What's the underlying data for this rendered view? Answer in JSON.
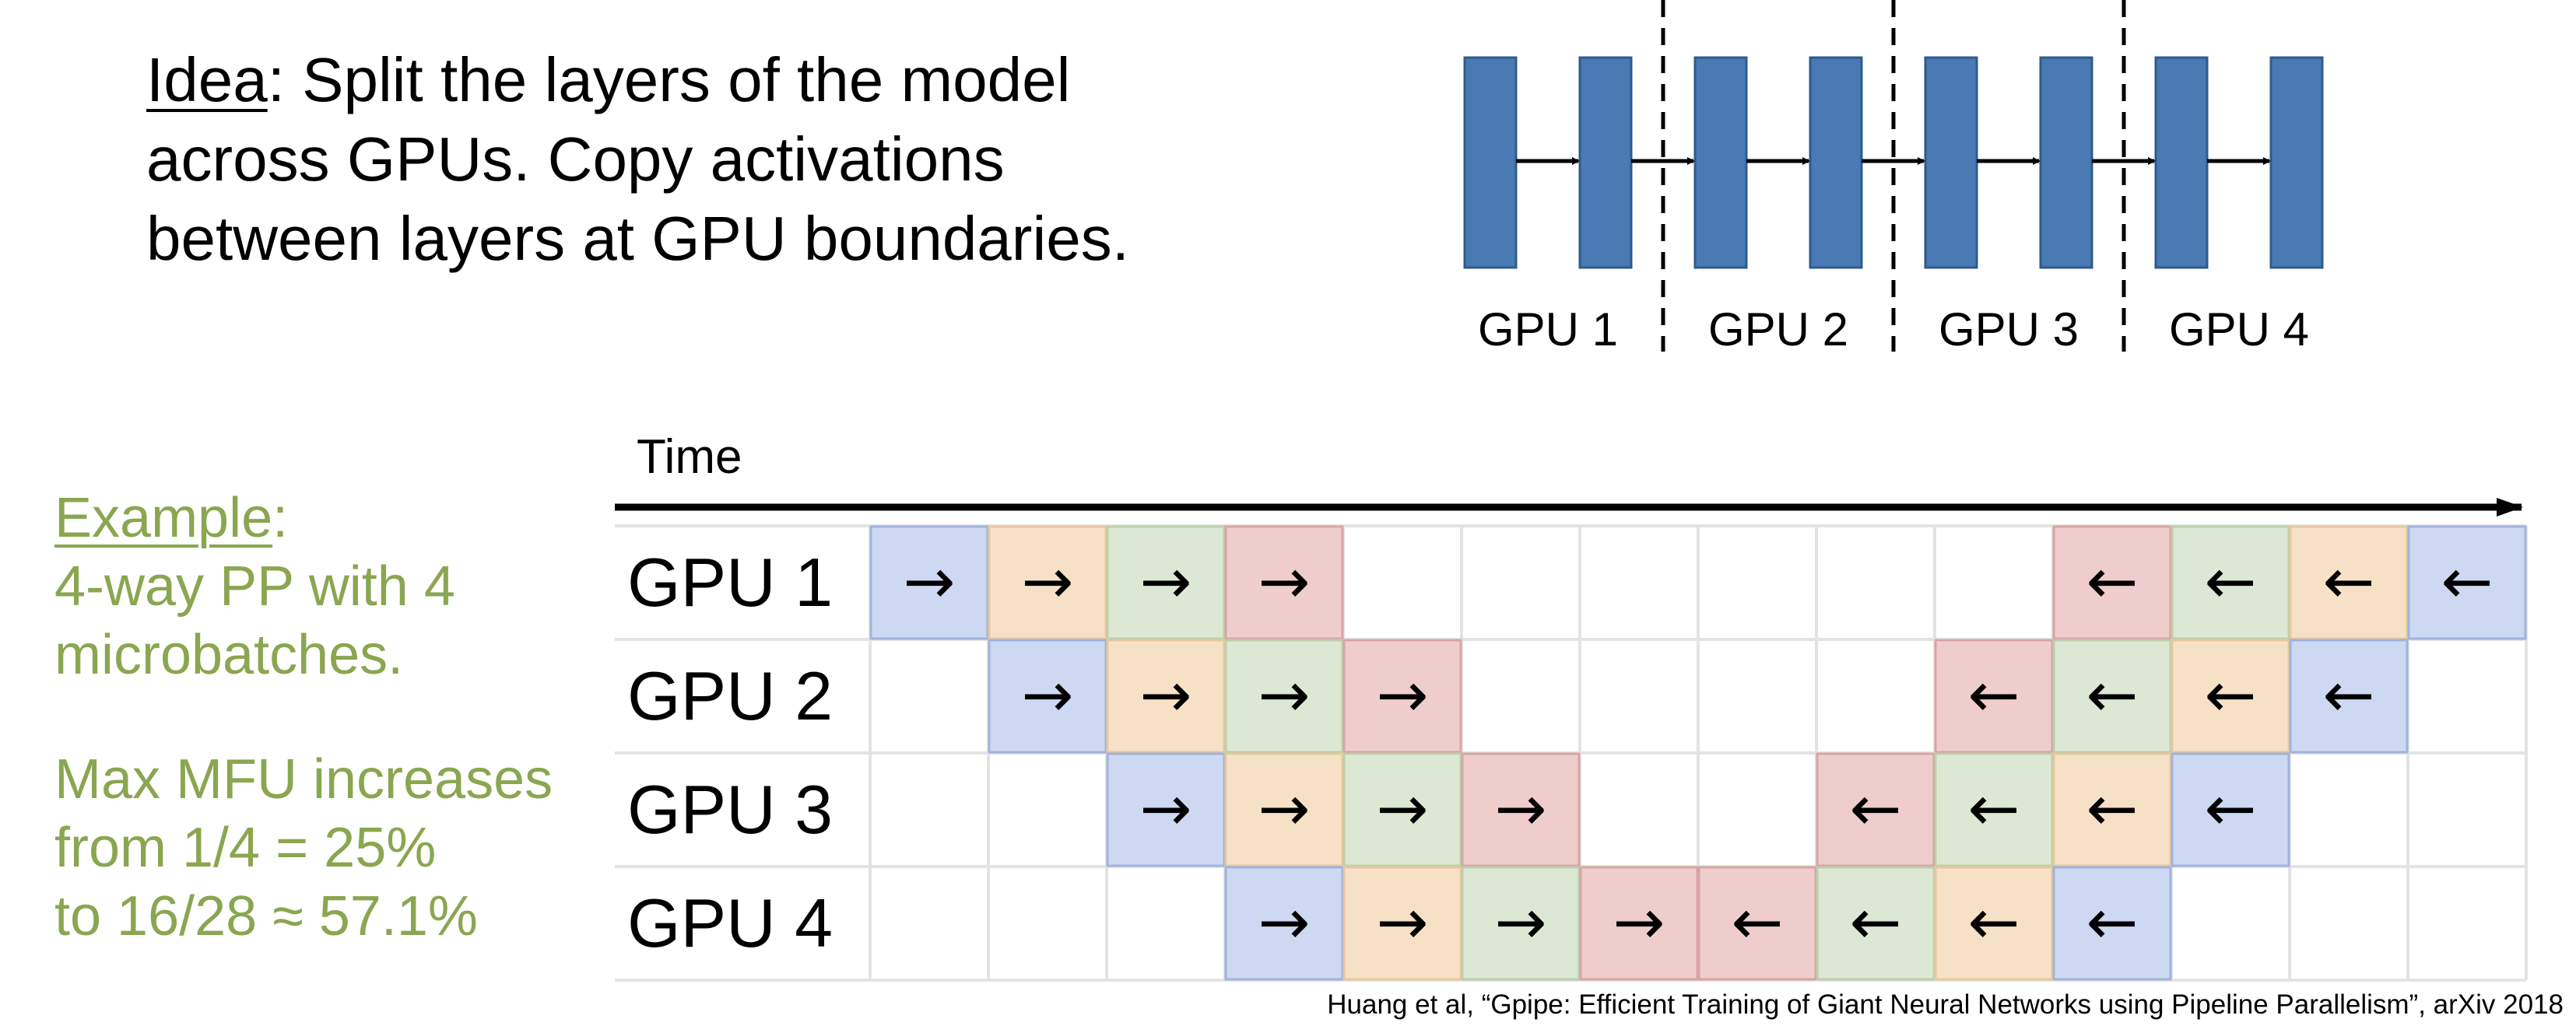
{
  "idea": {
    "keyword": "Idea",
    "line1_rest": ": Split the layers of the model",
    "line2": "across GPUs. Copy activations",
    "line3": "between layers at GPU boundaries."
  },
  "model_diagram": {
    "gpu_labels": [
      "GPU 1",
      "GPU 2",
      "GPU 3",
      "GPU 4"
    ],
    "layers_per_gpu": 2,
    "layer_color": "#4a7ab3",
    "layer_border": "#2e5b8f"
  },
  "schedule": {
    "time_label": "Time",
    "rows": [
      "GPU 1",
      "GPU 2",
      "GPU 3",
      "GPU 4"
    ],
    "num_cols": 14,
    "forward_glyph": "→",
    "backward_glyph": "←",
    "microbatch_colors": {
      "1": {
        "fill": "#cdd9f2",
        "border": "#9fb3dc"
      },
      "2": {
        "fill": "#f7e1c6",
        "border": "#e8c79d"
      },
      "3": {
        "fill": "#dde8d4",
        "border": "#bccfaa"
      },
      "4": {
        "fill": "#efcdcd",
        "border": "#d9a4a4"
      }
    },
    "cells": [
      [
        [
          0,
          0,
          "f",
          1
        ],
        [
          0,
          1,
          "f",
          2
        ],
        [
          0,
          2,
          "f",
          3
        ],
        [
          0,
          3,
          "f",
          4
        ],
        [
          0,
          10,
          "b",
          4
        ],
        [
          0,
          11,
          "b",
          3
        ],
        [
          0,
          12,
          "b",
          2
        ],
        [
          0,
          13,
          "b",
          1
        ]
      ],
      [
        [
          1,
          1,
          "f",
          1
        ],
        [
          1,
          2,
          "f",
          2
        ],
        [
          1,
          3,
          "f",
          3
        ],
        [
          1,
          4,
          "f",
          4
        ],
        [
          1,
          9,
          "b",
          4
        ],
        [
          1,
          10,
          "b",
          3
        ],
        [
          1,
          11,
          "b",
          2
        ],
        [
          1,
          12,
          "b",
          1
        ]
      ],
      [
        [
          2,
          2,
          "f",
          1
        ],
        [
          2,
          3,
          "f",
          2
        ],
        [
          2,
          4,
          "f",
          3
        ],
        [
          2,
          5,
          "f",
          4
        ],
        [
          2,
          8,
          "b",
          4
        ],
        [
          2,
          9,
          "b",
          3
        ],
        [
          2,
          10,
          "b",
          2
        ],
        [
          2,
          11,
          "b",
          1
        ]
      ],
      [
        [
          3,
          3,
          "f",
          1
        ],
        [
          3,
          4,
          "f",
          2
        ],
        [
          3,
          5,
          "f",
          3
        ],
        [
          3,
          6,
          "f",
          4
        ],
        [
          3,
          7,
          "b",
          4
        ],
        [
          3,
          8,
          "b",
          3
        ],
        [
          3,
          9,
          "b",
          2
        ],
        [
          3,
          10,
          "b",
          1
        ]
      ]
    ]
  },
  "example": {
    "keyword": "Example",
    "keyword_suffix": ":",
    "line2": "4-way PP with 4",
    "line3": "microbatches.",
    "line4": "Max MFU increases",
    "line5": "from 1/4 = 25%",
    "line6": "to 16/28 ≈ 57.1%"
  },
  "citation": "Huang et al, “Gpipe: Efficient Training of Giant Neural Networks using Pipeline Parallelism”, arXiv 2018"
}
